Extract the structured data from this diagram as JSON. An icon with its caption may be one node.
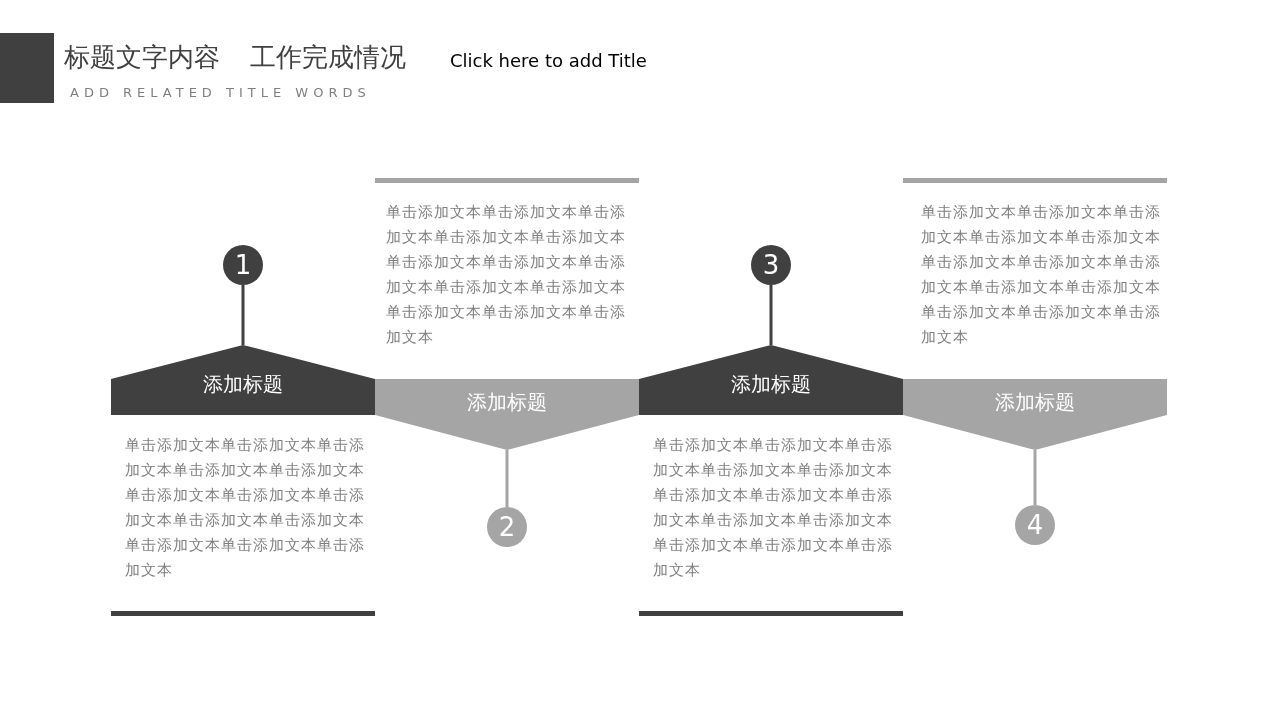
{
  "diagram": {
    "title": "标题文字内容",
    "nodes": [
      {
        "text": [
          "添加标题"
        ]
      },
      {
        "text": [
          "添加标题"
        ]
      },
      {
        "text": [
          "添加标题"
        ]
      },
      {
        "text": [
          "添加标题"
        ]
      },
      {
        "text": [
          "1"
        ]
      },
      {
        "text": [
          "2"
        ]
      },
      {
        "text": [
          "3"
        ]
      },
      {
        "text": [
          "4"
        ]
      }
    ],
    "edges": [
      {
        "from": 4,
        "to": 0,
        "arrow": "none"
      },
      {
        "from": 5,
        "to": 1,
        "arrow": "none",
        "color": "#a5a5a5"
      },
      {
        "from": 6,
        "to": 2,
        "arrow": "none"
      },
      {
        "from": 7,
        "to": 3,
        "arrow": "none",
        "color": "#a5a5a5"
      }
    ],
    "labels": [
      "工作完成情况",
      "Click here to add Title",
      "ADD RELATED TITLE WORDS",
      "单击添加文本单击添加文本单击添加文本单击添加文本单击添加文本单击添加文本单击添加文本单击添加文本单击添加文本单击添加文本单击添加文本单击添加文本单击添加文本",
      "单击添加文本单击添加文本单击添加文本单击添加文本单击添加文本单击添加文本单击添加文本单击添加文本单击添加文本单击添加文本单击添加文本单击添加文本单击添加文本",
      "单击添加文本单击添加文本单击添加文本单击添加文本单击添加文本单击添加文本单击添加文本单击添加文本单击添加文本单击添加文本单击添加文本单击添加文本单击添加文本",
      "单击添加文本单击添加文本单击添加文本单击添加文本单击添加文本单击添加文本单击添加文本单击添加文本单击添加文本单击添加文本单击添加文本单击添加文本单击添加文本"
    ]
  }
}
